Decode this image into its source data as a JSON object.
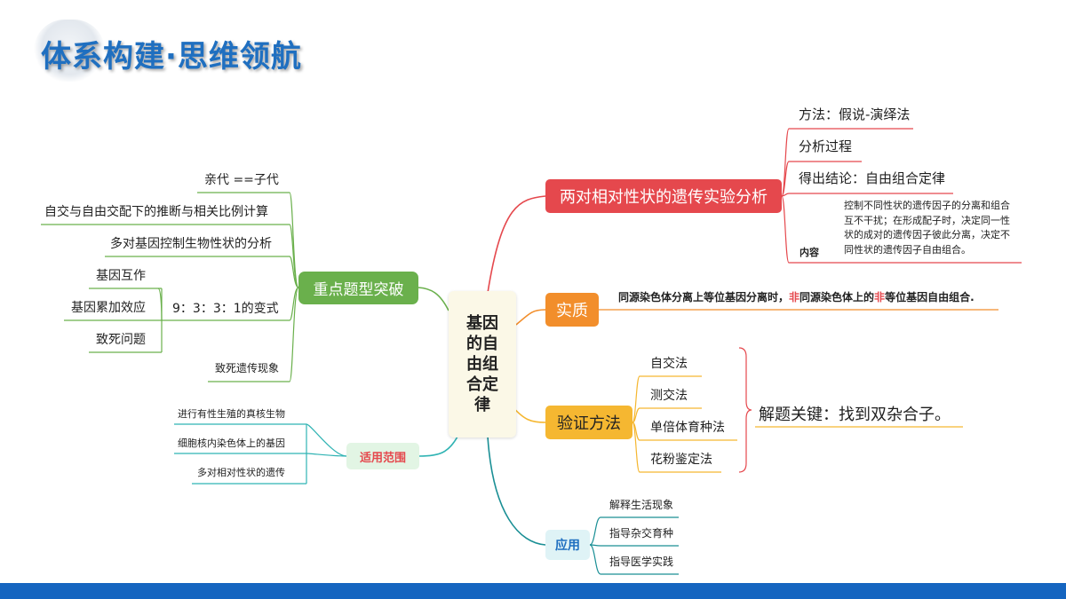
{
  "title": "体系构建·思维领航",
  "center": "基因的自由组合定律",
  "right": {
    "experiment": {
      "label": "两对相对性状的遗传实验分析",
      "items": [
        "方法：假说-演绎法",
        "分析过程",
        "得出结论：自由组合定律"
      ],
      "content_label": "内容",
      "content_text": "控制不同性状的遗传因子的分离和组合互不干扰；在形成配子时，决定同一性状的成对的遗传因子彼此分离，决定不同性状的遗传因子自由组合。"
    },
    "essence": {
      "label": "实质",
      "text_a": "同源染色体分离上等位基因分离时，",
      "text_red1": "非",
      "text_b": "同源染色体上的",
      "text_red2": "非",
      "text_c": "等位基因自由组合."
    },
    "verify": {
      "label": "验证方法",
      "items": [
        "自交法",
        "测交法",
        "单倍体育种法",
        "花粉鉴定法"
      ],
      "key": "解题关键：找到双杂合子。"
    },
    "apply": {
      "label": "应用",
      "items": [
        "解释生活现象",
        "指导杂交育种",
        "指导医学实践"
      ]
    }
  },
  "left": {
    "key_types": {
      "label": "重点题型突破",
      "items": [
        "亲代  ==子代",
        "自交与自由交配下的推断与相关比例计算",
        "多对基因控制生物性状的分析"
      ],
      "variant": {
        "label": "9：3：3：1的变式",
        "items": [
          "基因互作",
          "基因累加效应",
          "致死问题"
        ]
      },
      "lethal": "致死遗传现象"
    },
    "scope": {
      "label": "适用范围",
      "items": [
        "进行有性生殖的真核生物",
        "细胞核内染色体上的基因",
        "多对相对性状的遗传"
      ]
    }
  },
  "colors": {
    "title": "#1f6fc0",
    "experiment": "#e5484d",
    "essence": "#f28e2b",
    "verify": "#f5b731",
    "apply": "#1a8f95",
    "key_types": "#6ab04c",
    "scope": "#2fb3b3",
    "bottom_bar": "#1565c0"
  }
}
